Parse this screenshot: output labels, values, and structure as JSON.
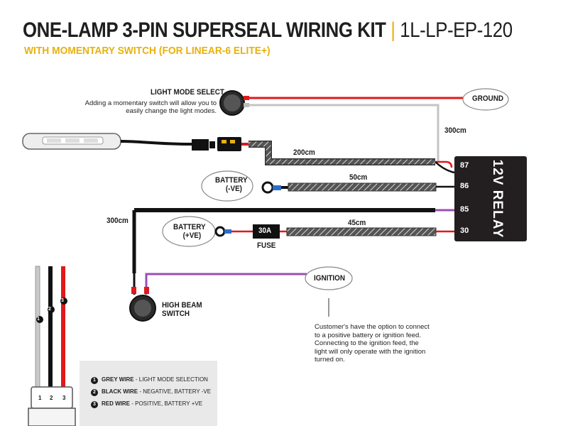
{
  "header": {
    "title_main": "ONE-LAMP 3-PIN SUPERSEAL WIRING KIT",
    "title_sep": "|",
    "title_code": "1L-LP-EP-120",
    "subtitle": "WITH MOMENTARY SWITCH (FOR LINEAR-6 ELITE+)"
  },
  "light_mode": {
    "title": "LIGHT MODE SELECT",
    "desc_line1": "Adding a momentary switch will allow you to",
    "desc_line2": "easily change the light modes."
  },
  "labels": {
    "ground": "GROUND",
    "battery_neg_line1": "BATTERY",
    "battery_neg_line2": "(-VE)",
    "battery_pos_line1": "BATTERY",
    "battery_pos_line2": "(+VE)",
    "ignition": "IGNITION",
    "fuse_value": "30A",
    "fuse_label": "FUSE",
    "high_beam_line1": "HIGH BEAM",
    "high_beam_line2": "SWITCH"
  },
  "lengths": {
    "l300_top": "300cm",
    "l200": "200cm",
    "l50": "50cm",
    "l45": "45cm",
    "l300_left": "300cm"
  },
  "relay": {
    "title": "12V RELAY",
    "pins": [
      "87",
      "86",
      "85",
      "30"
    ]
  },
  "note": {
    "line1": "Customer's have the option to connect",
    "line2": "to a positive battery or ignition feed.",
    "line3": "Connecting to the ignition feed, the",
    "line4": "light will only operate with the ignition",
    "line5": "turned on."
  },
  "legend": [
    {
      "num": "1",
      "name": "GREY WIRE",
      "desc": " - LIGHT MODE SELECTION"
    },
    {
      "num": "2",
      "name": "BLACK WIRE",
      "desc": " - NEGATIVE, BATTERY -VE"
    },
    {
      "num": "3",
      "name": "RED WIRE",
      "desc": " - POSITIVE, BATTERY +VE"
    }
  ],
  "connector_pins": [
    "1",
    "2",
    "3"
  ],
  "colors": {
    "accent": "#e8b10c",
    "red_wire": "#e0191b",
    "black_wire": "#111111",
    "grey_wire": "#b8b8b8",
    "purple_wire": "#9a4fb5",
    "relay": "#231f20"
  }
}
